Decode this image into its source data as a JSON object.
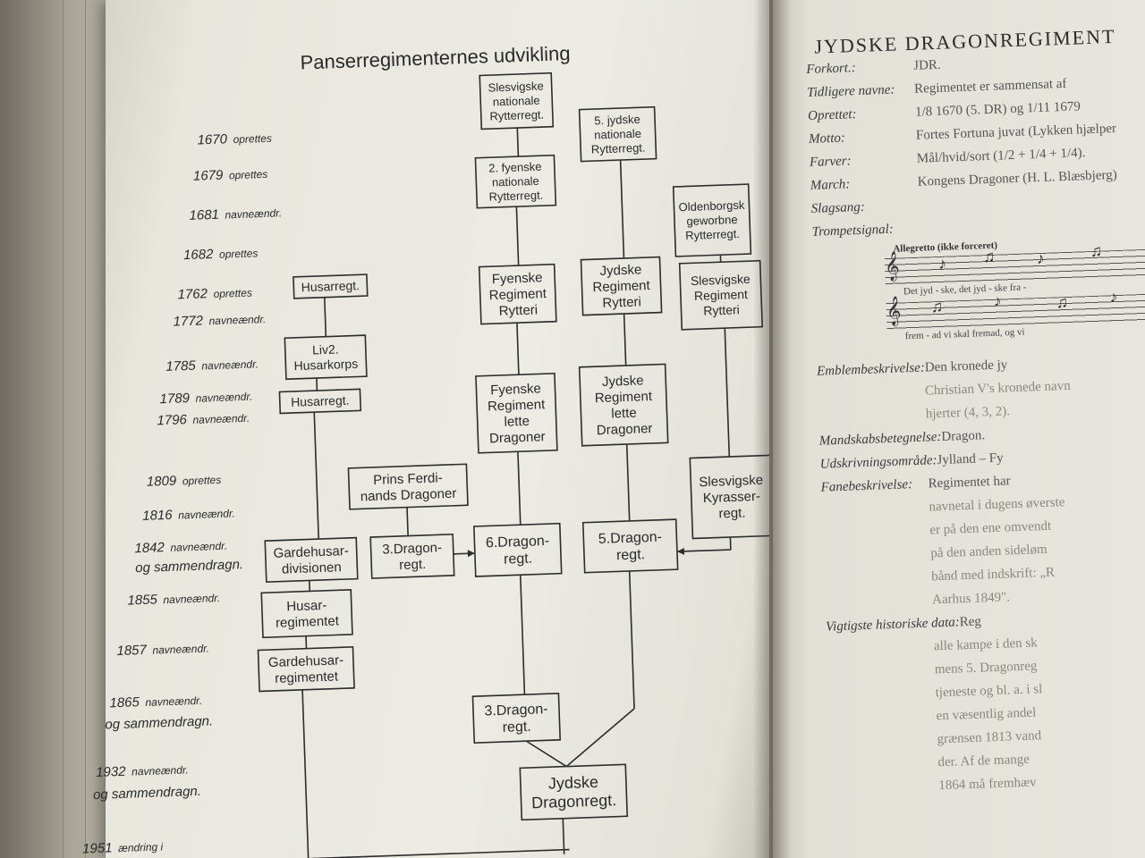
{
  "left_page": {
    "title": "Panserregimenternes udvikling",
    "timeline": [
      {
        "year": "1670",
        "event": "oprettes"
      },
      {
        "year": "1679",
        "event": "oprettes"
      },
      {
        "year": "1681",
        "event": "navneændr."
      },
      {
        "year": "1682",
        "event": "oprettes"
      },
      {
        "year": "1762",
        "event": "oprettes"
      },
      {
        "year": "1772",
        "event": "navneændr."
      },
      {
        "year": "1785",
        "event": "navneændr."
      },
      {
        "year": "1789",
        "event": "navneændr."
      },
      {
        "year": "1796",
        "event": "navneændr."
      },
      {
        "year": "1809",
        "event": "oprettes"
      },
      {
        "year": "1816",
        "event": "navneændr."
      },
      {
        "year": "1842",
        "event": "navneændr."
      },
      {
        "year": "",
        "event": "og sammendragn."
      },
      {
        "year": "1855",
        "event": "navneændr."
      },
      {
        "year": "1857",
        "event": "navneændr."
      },
      {
        "year": "1865",
        "event": "navneændr."
      },
      {
        "year": "",
        "event": "og sammendragn."
      },
      {
        "year": "1932",
        "event": "navneændr."
      },
      {
        "year": "",
        "event": "og sammendragn."
      },
      {
        "year": "1951",
        "event": "ændring i"
      }
    ],
    "boxes": [
      {
        "id": "slesvigske-nationale",
        "lines": [
          "Slesvigske",
          "nationale",
          "Rytterregt."
        ]
      },
      {
        "id": "jydske-nationale",
        "lines": [
          "5. jydske",
          "nationale",
          "Rytterregt."
        ]
      },
      {
        "id": "fynske-nationale",
        "lines": [
          "2. fyenske",
          "nationale",
          "Rytterregt."
        ]
      },
      {
        "id": "oldenborg",
        "lines": [
          "Oldenborgsk",
          "geworbne",
          "Rytterregt."
        ]
      },
      {
        "id": "husarregt-1762",
        "lines": [
          "Husarregt."
        ]
      },
      {
        "id": "fyenske-rytteri",
        "lines": [
          "Fyenske",
          "Regiment",
          "Rytteri"
        ]
      },
      {
        "id": "jydske-rytteri",
        "lines": [
          "Jydske",
          "Regiment",
          "Rytteri"
        ]
      },
      {
        "id": "slesvigske-rytteri",
        "lines": [
          "Slesvigske",
          "Regiment",
          "Rytteri"
        ]
      },
      {
        "id": "livgarde-husar",
        "lines": [
          "Liv2.",
          "Husarkorps"
        ]
      },
      {
        "id": "husarregt-1789",
        "lines": [
          "Husarregt."
        ]
      },
      {
        "id": "fyenske-dragoner",
        "lines": [
          "Fyenske",
          "Regiment",
          "lette",
          "Dragoner"
        ]
      },
      {
        "id": "jydske-dragoner",
        "lines": [
          "Jydske",
          "Regiment",
          "lette",
          "Dragoner"
        ]
      },
      {
        "id": "prins-ferdinand",
        "lines": [
          "Prins Ferdi-",
          "nands Dragoner"
        ]
      },
      {
        "id": "slesvigske-kyrasser",
        "lines": [
          "Slesvigske",
          "Kyrasser-",
          "regt."
        ]
      },
      {
        "id": "gardehusar-div",
        "lines": [
          "Gardehusar-",
          "divisionen"
        ]
      },
      {
        "id": "dragon-3",
        "lines": [
          "3.Dragon-",
          "regt."
        ]
      },
      {
        "id": "dragon-6",
        "lines": [
          "6.Dragon-",
          "regt."
        ]
      },
      {
        "id": "dragon-5",
        "lines": [
          "5.Dragon-",
          "regt."
        ]
      },
      {
        "id": "husar-regimentet",
        "lines": [
          "Husar-",
          "regimentet"
        ]
      },
      {
        "id": "gardehusar-regimentet",
        "lines": [
          "Gardehusar-",
          "regimentet"
        ]
      },
      {
        "id": "dragon-3b",
        "lines": [
          "3.Dragon-",
          "regt."
        ]
      },
      {
        "id": "jydske-dragonregt",
        "lines": [
          "Jydske",
          "Dragonregt."
        ]
      }
    ]
  },
  "right_page": {
    "title": "JYDSKE DRAGONREGIMENT",
    "entries": [
      {
        "label": "Forkort.:",
        "value": "JDR."
      },
      {
        "label": "Tidligere navne:",
        "value": "Regimentet er sammensat af"
      },
      {
        "label": "Oprettet:",
        "value": "1/8 1670 (5. DR) og 1/11 1679"
      },
      {
        "label": "Motto:",
        "value": "Fortes Fortuna juvat (Lykken hjælper"
      },
      {
        "label": "Farver:",
        "value": "Mål/hvid/sort (1/2 + 1/4 + 1/4)."
      },
      {
        "label": "March:",
        "value": "Kongens Dragoner (H. L. Blæsbjerg)"
      },
      {
        "label": "Slagsang:",
        "value": ""
      },
      {
        "label": "Trompetsignal:",
        "value": ""
      }
    ],
    "music": {
      "tempo": "Allegretto (ikke forceret)",
      "lyrics_1": "Det jyd - ske, det jyd - ske fra -",
      "lyrics_2": "frem - ad vi skal fremad, og vi"
    },
    "entries_2": [
      {
        "label": "Emblembeskrivelse:",
        "value": "Den kronede jy"
      },
      {
        "label": "",
        "value": "Christian V's kronede navn"
      },
      {
        "label": "",
        "value": "hjerter (4, 3, 2)."
      },
      {
        "label": "Mandskabsbetegnelse:",
        "value": "Dragon."
      },
      {
        "label": "Udskrivningsområde:",
        "value": "Jylland – Fy"
      },
      {
        "label": "Fanebeskrivelse:",
        "value": "Regimentet har"
      },
      {
        "label": "",
        "value": "navnetal i dugens øverste"
      },
      {
        "label": "",
        "value": "er på den ene omvendt"
      },
      {
        "label": "",
        "value": "på den anden sideløm"
      },
      {
        "label": "",
        "value": "bånd med indskrift: „R"
      },
      {
        "label": "",
        "value": "Aarhus 1849\"."
      },
      {
        "label": "Vigtigste historiske data:",
        "value": "Reg"
      },
      {
        "label": "",
        "value": "alle kampe i den sk"
      },
      {
        "label": "",
        "value": "mens 5. Dragonreg"
      },
      {
        "label": "",
        "value": "tjeneste og bl. a. i sl"
      },
      {
        "label": "",
        "value": "en væsentlig andel"
      },
      {
        "label": "",
        "value": "grænsen 1813 vand"
      },
      {
        "label": "",
        "value": "der. Af de mange"
      },
      {
        "label": "",
        "value": "1864 må fremhæv"
      }
    ]
  }
}
